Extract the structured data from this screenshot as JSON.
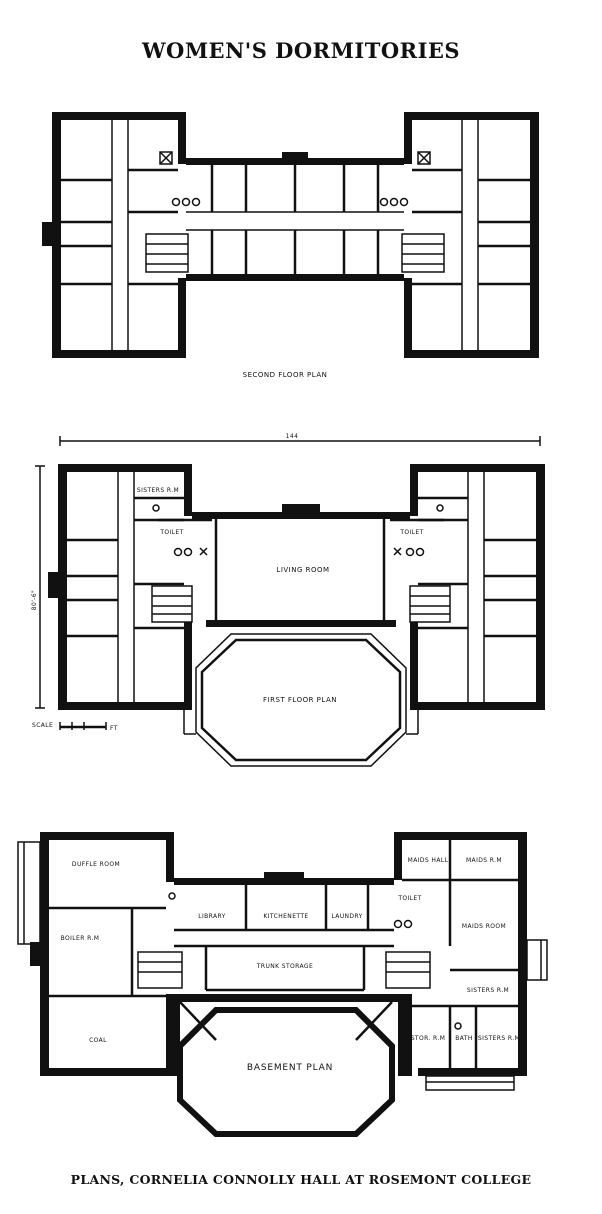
{
  "title": "WOMEN'S DORMITORIES",
  "caption": "PLANS, CORNELIA CONNOLLY HALL AT ROSEMONT COLLEGE",
  "second_floor": {
    "plan_label": "SECOND FLOOR PLAN"
  },
  "first_floor": {
    "plan_label": "FIRST FLOOR PLAN",
    "living_room": "LIVING ROOM",
    "toilet_left": "TOILET",
    "toilet_right": "TOILET",
    "sisters_rm": "SISTERS R.M",
    "dimension_width": "144",
    "dimension_height": "80'-6\"",
    "scale_label": "SCALE",
    "scale_unit": "FT"
  },
  "basement": {
    "plan_label": "BASEMENT PLAN",
    "duffle_room": "DUFFLE ROOM",
    "boiler_rm": "BOILER R.M",
    "coal": "COAL",
    "library": "LIBRARY",
    "kitchenette": "KITCHENETTE",
    "laundry": "LAUNDRY",
    "trunk_storage": "TRUNK STORAGE",
    "maids_hall": "MAIDS HALL",
    "maids_rm": "MAIDS R.M",
    "maids_room": "MAIDS ROOM",
    "toilet": "TOILET",
    "sisters_rm": "SISTERS R.M",
    "stor_rm": "STOR. R.M",
    "bath": "BATH",
    "sisters_rm_2": "SISTERS R.M"
  }
}
